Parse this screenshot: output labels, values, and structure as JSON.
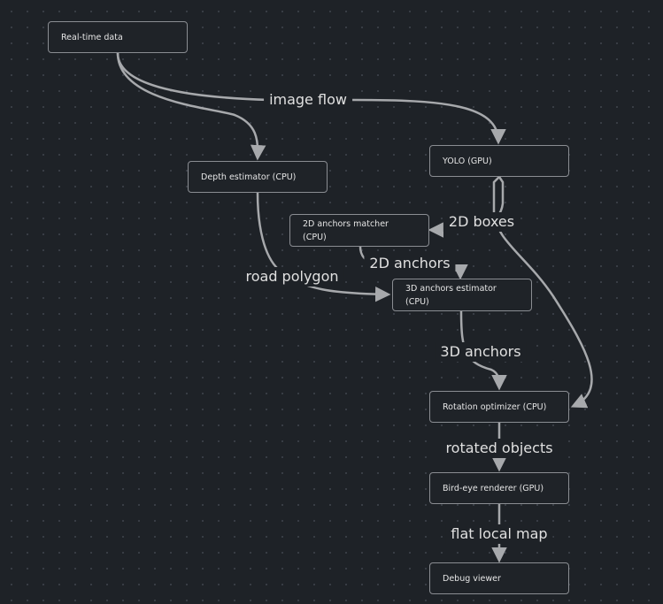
{
  "nodes": {
    "realtime": "Real-time data",
    "depth": "Depth estimator (CPU)",
    "yolo": "YOLO (GPU)",
    "matcher_line1": "2D anchors matcher",
    "matcher_line2": "(CPU)",
    "estimator_line1": "3D anchors estimator",
    "estimator_line2": "(CPU)",
    "rotation": "Rotation optimizer (CPU)",
    "birdeye": "Bird-eye renderer (GPU)",
    "debug": "Debug viewer"
  },
  "edges": {
    "image_flow": "image flow",
    "boxes_2d": "2D boxes",
    "anchors_2d": "2D anchors",
    "road_polygon": "road polygon",
    "anchors_3d": "3D anchors",
    "rotated_objects": "rotated objects",
    "flat_local_map": "flat local map"
  },
  "colors": {
    "background": "#1e2227",
    "edge": "#a7a9ac",
    "node_border": "#8a8d92",
    "text": "#e6e6e6"
  }
}
